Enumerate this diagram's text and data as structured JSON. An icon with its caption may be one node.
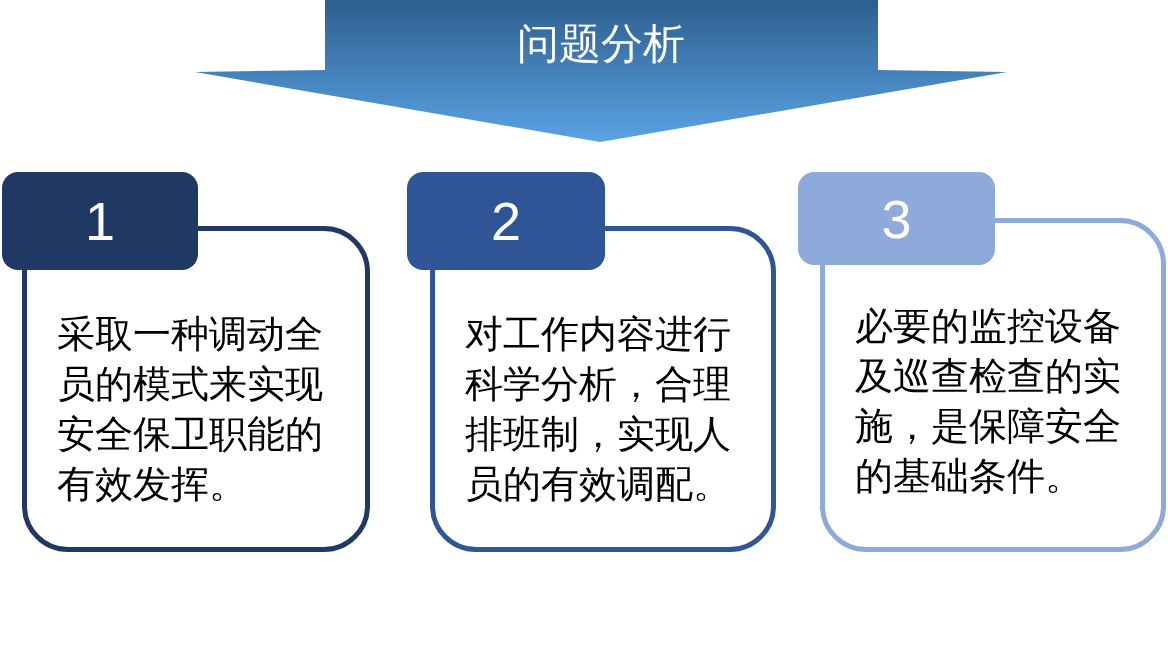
{
  "diagram": {
    "nodes": [
      {
        "text": [
          "问题分析"
        ]
      },
      {
        "text": [
          "1"
        ]
      },
      {
        "text": [
          "采取一种调动全员的模式来实现安全保卫职能的有效发挥。"
        ]
      },
      {
        "text": [
          "2"
        ]
      },
      {
        "text": [
          "对工作内容进行科学分析，合理排班制，实现人员的有效调配。"
        ]
      },
      {
        "text": [
          "3"
        ]
      },
      {
        "text": [
          "必要的监控设备及巡查检查的实施，是保障安全的基础条件。"
        ]
      }
    ]
  }
}
